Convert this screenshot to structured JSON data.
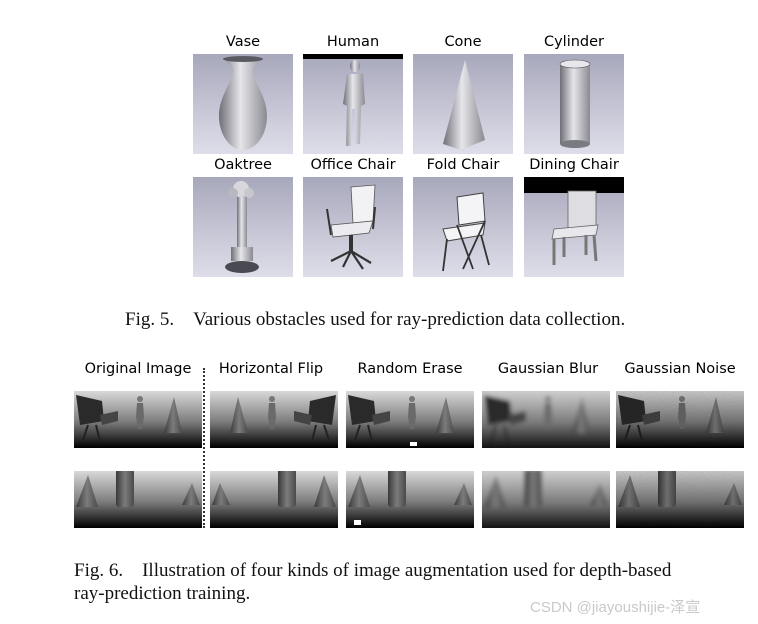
{
  "fig5": {
    "labels": [
      "Vase",
      "Human",
      "Cone",
      "Cylinder",
      "Oaktree",
      "Office Chair",
      "Fold Chair",
      "Dining Chair"
    ],
    "caption": "Fig. 5. Various obstacles used for ray-prediction data collection."
  },
  "fig6": {
    "columns": [
      "Original Image",
      "Horizontal Flip",
      "Random Erase",
      "Gaussian Blur",
      "Gaussian Noise"
    ],
    "caption_line1": "Fig. 6. Illustration of four kinds of image augmentation used for depth-based",
    "caption_line2": "ray-prediction training."
  },
  "watermark": "CSDN @jiayoushijie-泽宣"
}
